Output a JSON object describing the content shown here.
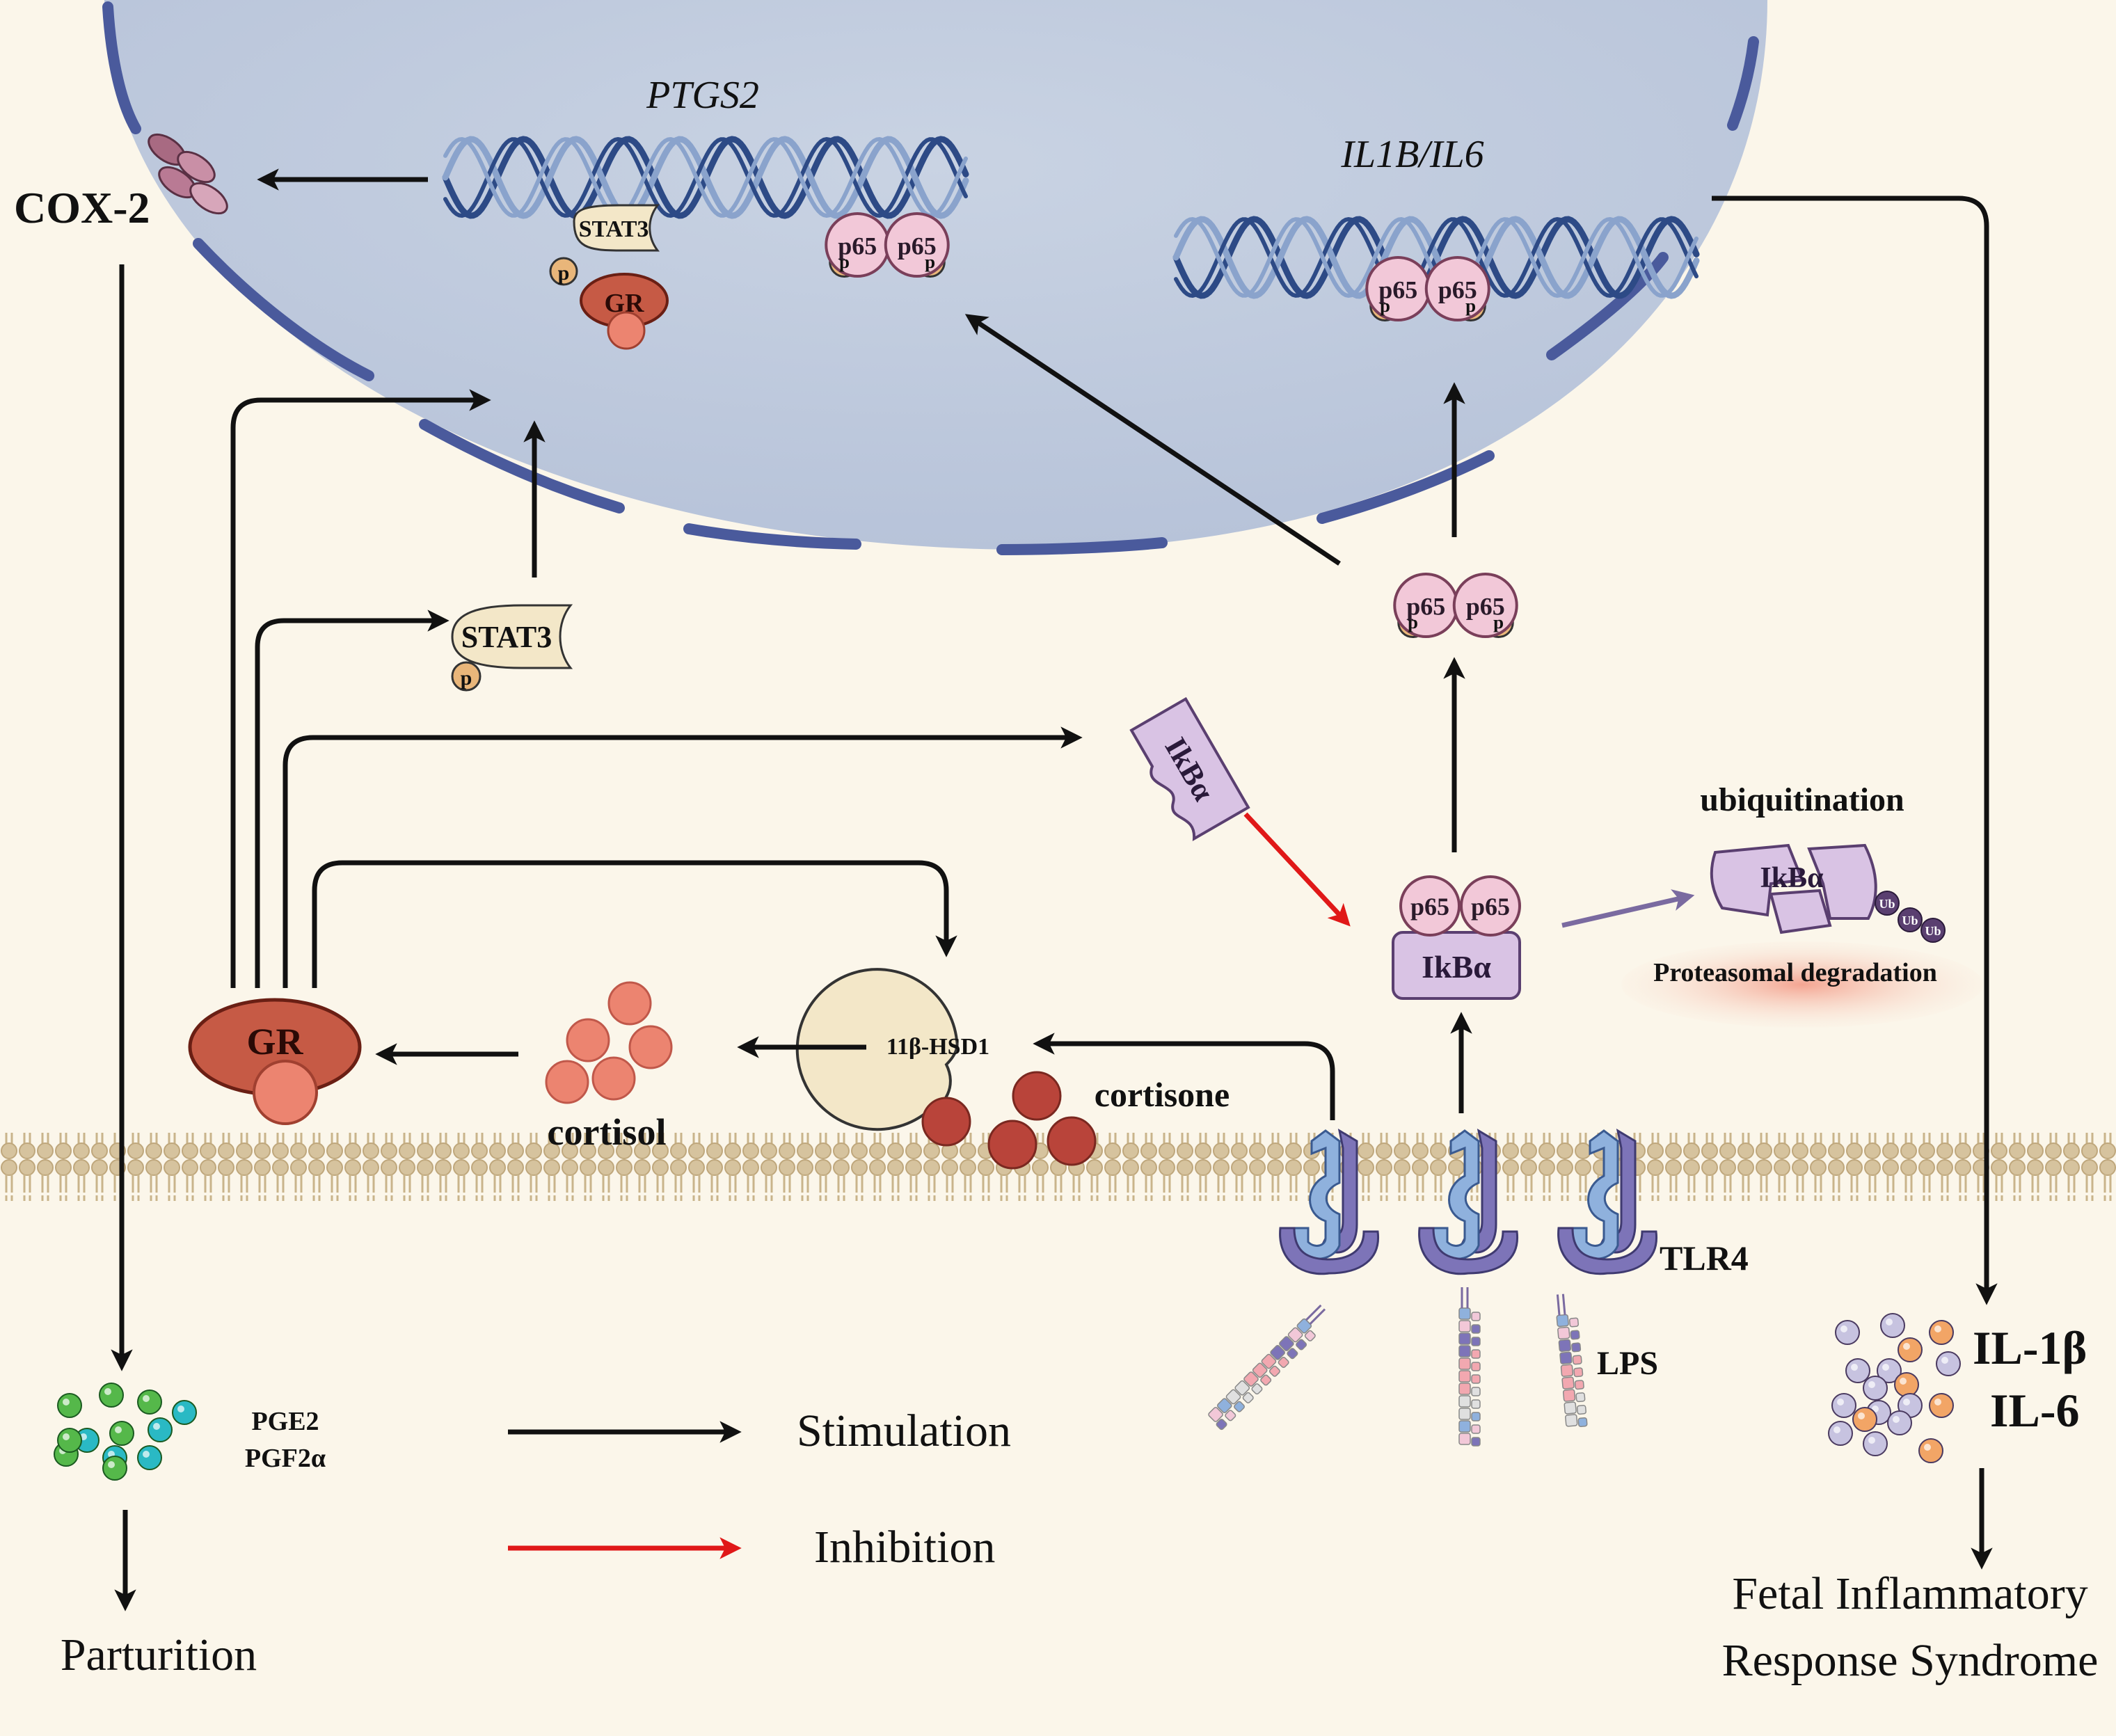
{
  "labels": {
    "ptgs2": "PTGS2",
    "il1b_il6_gene": "IL1B/IL6",
    "cox2": "COX-2",
    "stat3": "STAT3",
    "p": "p",
    "gr": "GR",
    "p65": "p65",
    "ikba": "IkBα",
    "ubiquitination": "ubiquitination",
    "ub": "Ub",
    "proteasomal_degradation": "Proteasomal degradation",
    "hsd1": "11β-HSD1",
    "cortisone": "cortisone",
    "cortisol": "cortisol",
    "tlr4": "TLR4",
    "lps": "LPS",
    "pge2": "PGE2",
    "pgf2a": "PGF2α",
    "parturition": "Parturition",
    "il1b": "IL-1β",
    "il6": "IL-6",
    "firs_line1": "Fetal Inflammatory",
    "firs_line2": "Response Syndrome"
  },
  "legend": {
    "stimulation": "Stimulation",
    "inhibition": "Inhibition"
  },
  "colors": {
    "background": "#fbf6ea",
    "nucleus_fill": "#c4cfe0",
    "nuclear_envelope": "#4a5a9c",
    "dna_dark": "#2d4a86",
    "dna_light": "#8aa3cc",
    "stat3": "#f3e7c8",
    "phospho": "#e9b67a",
    "gr_dark": "#c65a45",
    "gr_light": "#ec8470",
    "cortisol": "#ec8470",
    "cortisone": "#b9443a",
    "p65": "#f2c8d8",
    "ikba": "#d9c3e4",
    "tlr4_blue": "#8fb1dd",
    "tlr4_purple": "#7d74b8",
    "membrane": "#d9c9a7",
    "degradation": "#f6b9a8",
    "stimulation_arrow": "#111111",
    "inhibition_arrow": "#e01818",
    "ubiquitination_arrow": "#7a6aa0",
    "il1b_particle": "#c7c3e0",
    "il6_particle": "#f2a566",
    "pge2_particle": "#55b84a",
    "pgf2a_particle": "#2ab9c4"
  },
  "icons": [
    "dna-helix",
    "cox2-enzyme",
    "stat3-protein",
    "gr-receptor",
    "p65-dimer",
    "ikba-protein",
    "ubiquitin-chain",
    "11b-hsd1-enzyme",
    "cortisol-molecule",
    "cortisone-molecule",
    "tlr4-receptor",
    "lps-molecule",
    "prostaglandin-particle",
    "cytokine-particle"
  ]
}
